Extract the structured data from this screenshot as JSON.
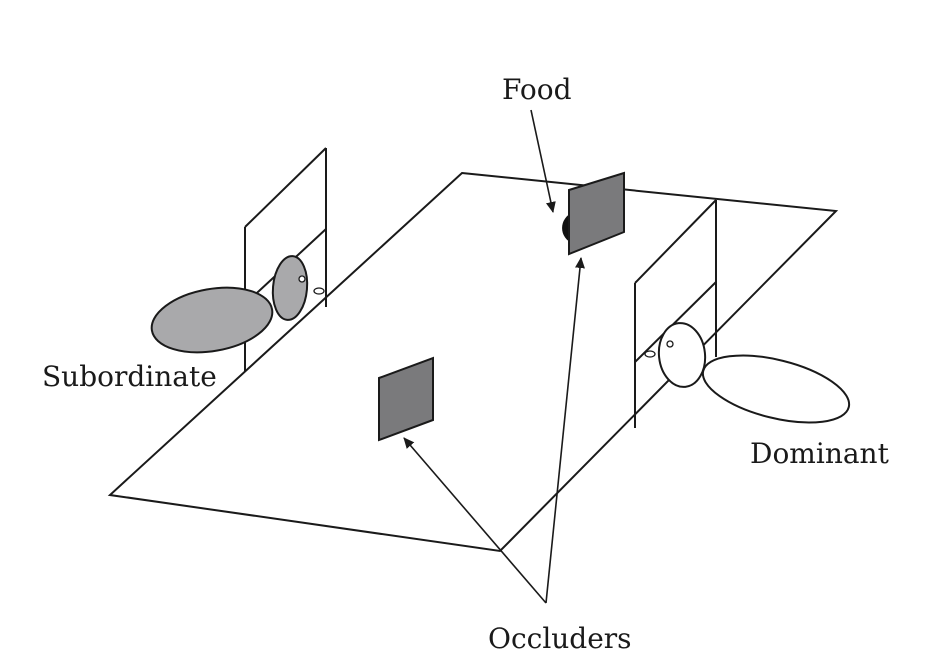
{
  "labels": {
    "food": "Food",
    "subordinate": "Subordinate",
    "dominant": "Dominant",
    "occluders": "Occluders"
  },
  "colors": {
    "line": "#1a1a1a",
    "occluder_fill": "#7a7a7c",
    "subordinate_fill": "#a9a9ab",
    "dominant_fill": "#ffffff",
    "food_fill": "#111111"
  },
  "icons": {
    "subordinate": "chimpanzee-head-body",
    "dominant": "chimpanzee-head-body",
    "food": "food-item"
  }
}
